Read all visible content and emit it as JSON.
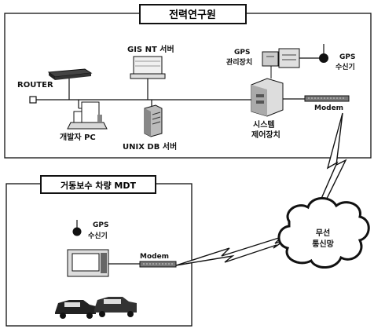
{
  "top_panel": {
    "title": "전력연구원",
    "labels": {
      "router": "ROUTER",
      "gisnt_server": "GIS NT 서버",
      "dev_pc": "개발자 PC",
      "unix_db": "UNIX DB 서버",
      "gps_mgmt_line1": "GPS",
      "gps_mgmt_line2": "관리장치",
      "gps_recv_line1": "GPS",
      "gps_recv_line2": "수신기",
      "sys_ctrl_line1": "시스템",
      "sys_ctrl_line2": "제어장치",
      "modem": "Modem"
    }
  },
  "bottom_panel": {
    "title": "거동보수 차량 MDT",
    "labels": {
      "gps_recv_line1": "GPS",
      "gps_recv_line2": "수신기",
      "modem": "Modem"
    }
  },
  "cloud": {
    "line1": "무선",
    "line2": "통신망"
  },
  "colors": {
    "line": "#111111",
    "device_fill": "#e6e6e6",
    "dark": "#222222"
  }
}
